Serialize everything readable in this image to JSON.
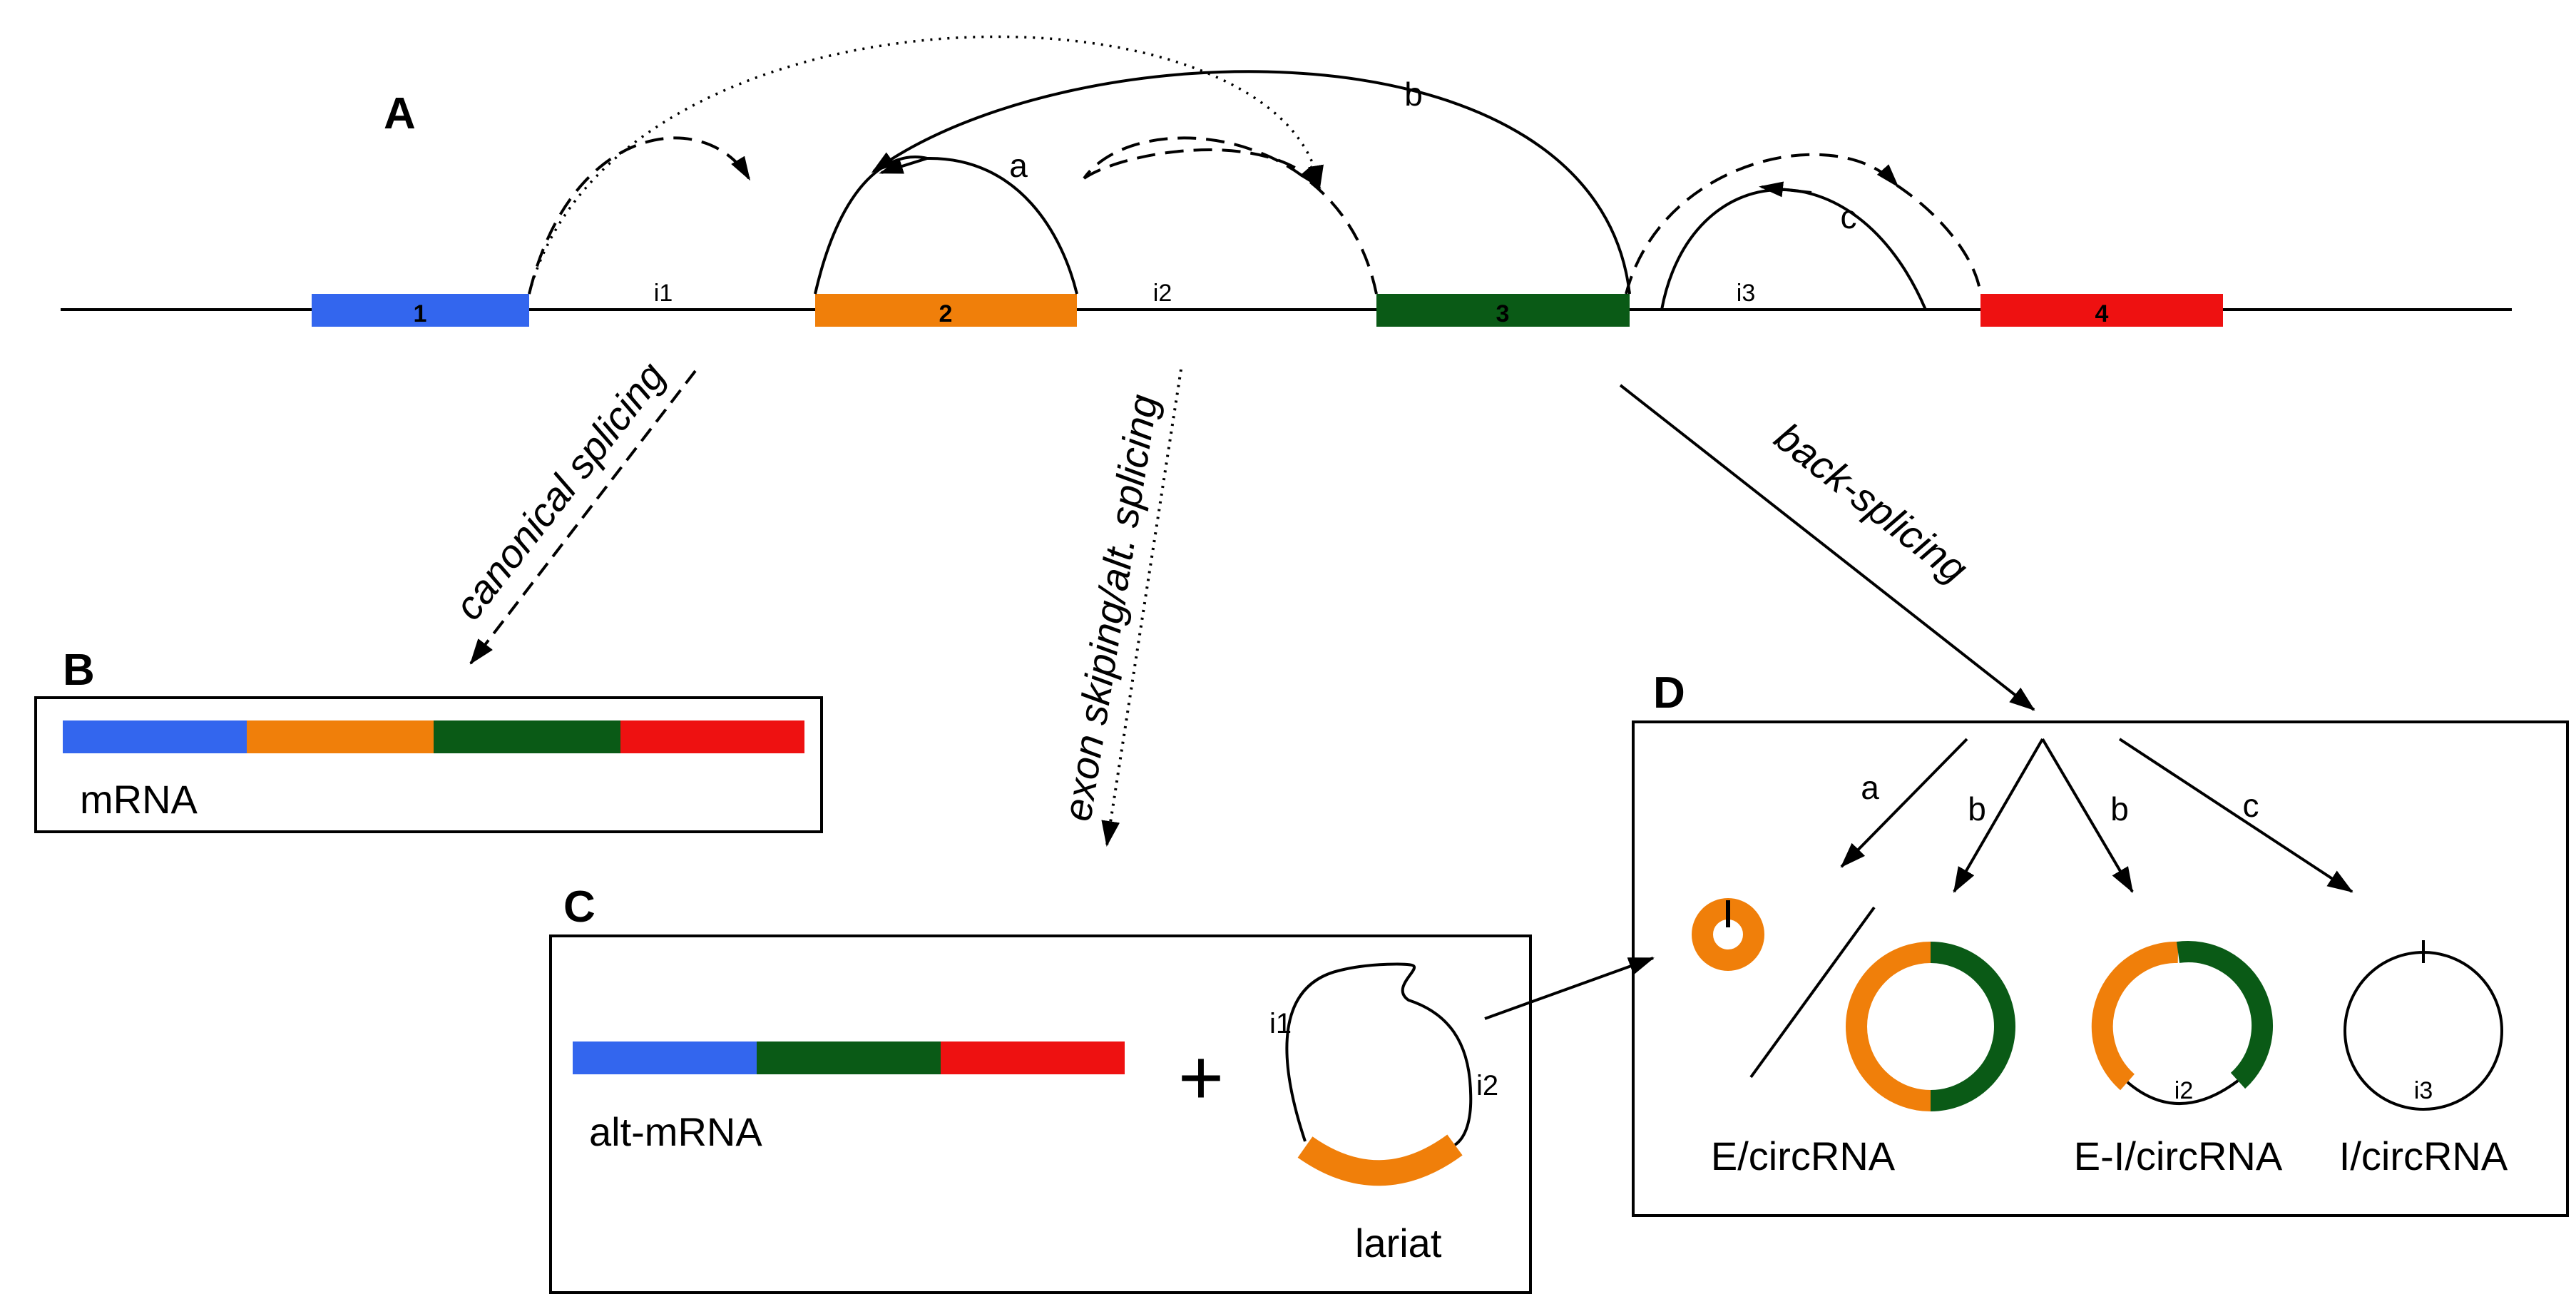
{
  "colors": {
    "exon1": "#3366ee",
    "exon2": "#f07f0a",
    "exon3": "#0a5a16",
    "exon4": "#ee1111",
    "line": "#000000"
  },
  "panels": {
    "a": "A",
    "b": "B",
    "c": "C",
    "d": "D"
  },
  "exons": [
    "1",
    "2",
    "3",
    "4"
  ],
  "introns": [
    "i1",
    "i2",
    "i3"
  ],
  "arcs": {
    "a": "a",
    "b": "b",
    "c": "c"
  },
  "pathways": {
    "canonical": "canonical splicing",
    "alt": "exon skiping/alt. splicing",
    "back": "back-splicing"
  },
  "products": {
    "mrna": "mRNA",
    "alt_mrna": "alt-mRNA",
    "lariat": "lariat",
    "lariat_i1": "i1",
    "lariat_i2": "i2",
    "ecirc": "E/circRNA",
    "eicirc": "E-I/circRNA",
    "icirc": "I/circRNA",
    "eicirc_intron": "i2",
    "icirc_intron": "i3",
    "plus": "+"
  },
  "d_branches": [
    "a",
    "b",
    "b",
    "c"
  ]
}
